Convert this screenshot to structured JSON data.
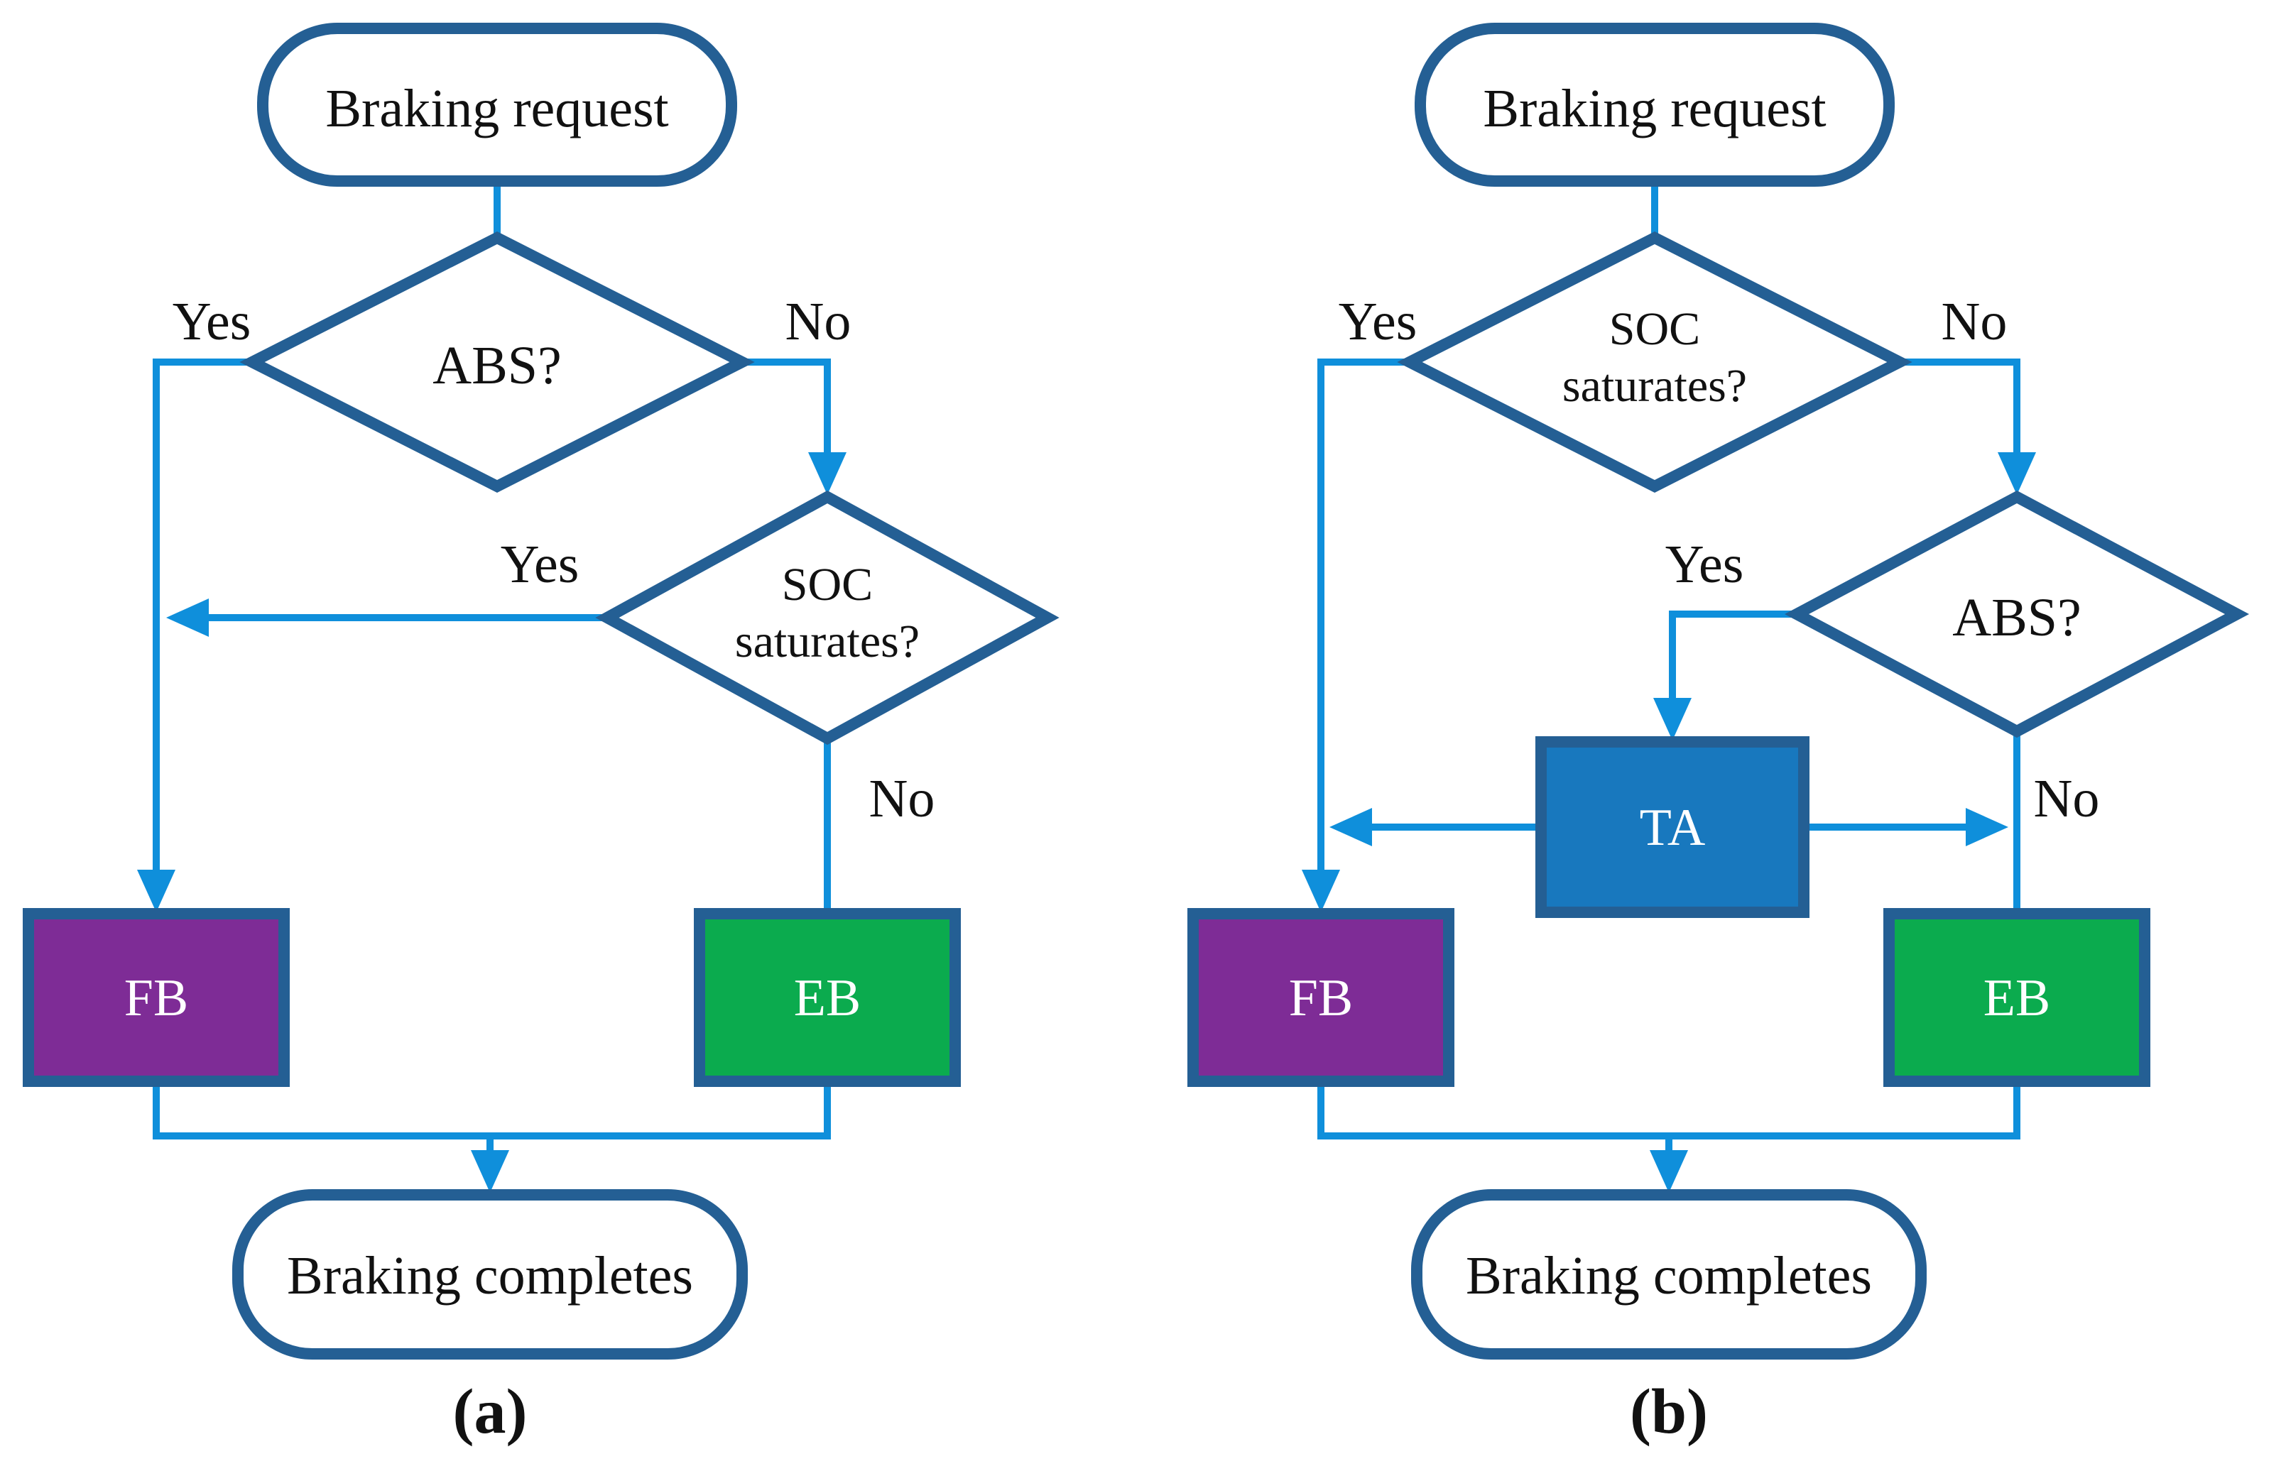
{
  "colors": {
    "outline": "#245f94",
    "connector": "#0f8fdb",
    "fb_fill": "#7e2c96",
    "eb_fill": "#0bab4e",
    "ta_fill": "#1878be",
    "node_fill": "#ffffff",
    "text_dark": "#111111",
    "text_light": "#ffffff",
    "bg": "#ffffff"
  },
  "a": {
    "caption": "(a)",
    "start": "Braking request",
    "decision1": "ABS?",
    "decision2_line1": "SOC",
    "decision2_line2": "saturates?",
    "yes1": "Yes",
    "no1": "No",
    "yes2": "Yes",
    "no2": "No",
    "fb": "FB",
    "eb": "EB",
    "end": "Braking completes"
  },
  "b": {
    "caption": "(b)",
    "start": "Braking request",
    "decision1_line1": "SOC",
    "decision1_line2": "saturates?",
    "decision2": "ABS?",
    "yes1": "Yes",
    "no1": "No",
    "yes2": "Yes",
    "no2": "No",
    "ta": "TA",
    "fb": "FB",
    "eb": "EB",
    "end": "Braking completes"
  }
}
